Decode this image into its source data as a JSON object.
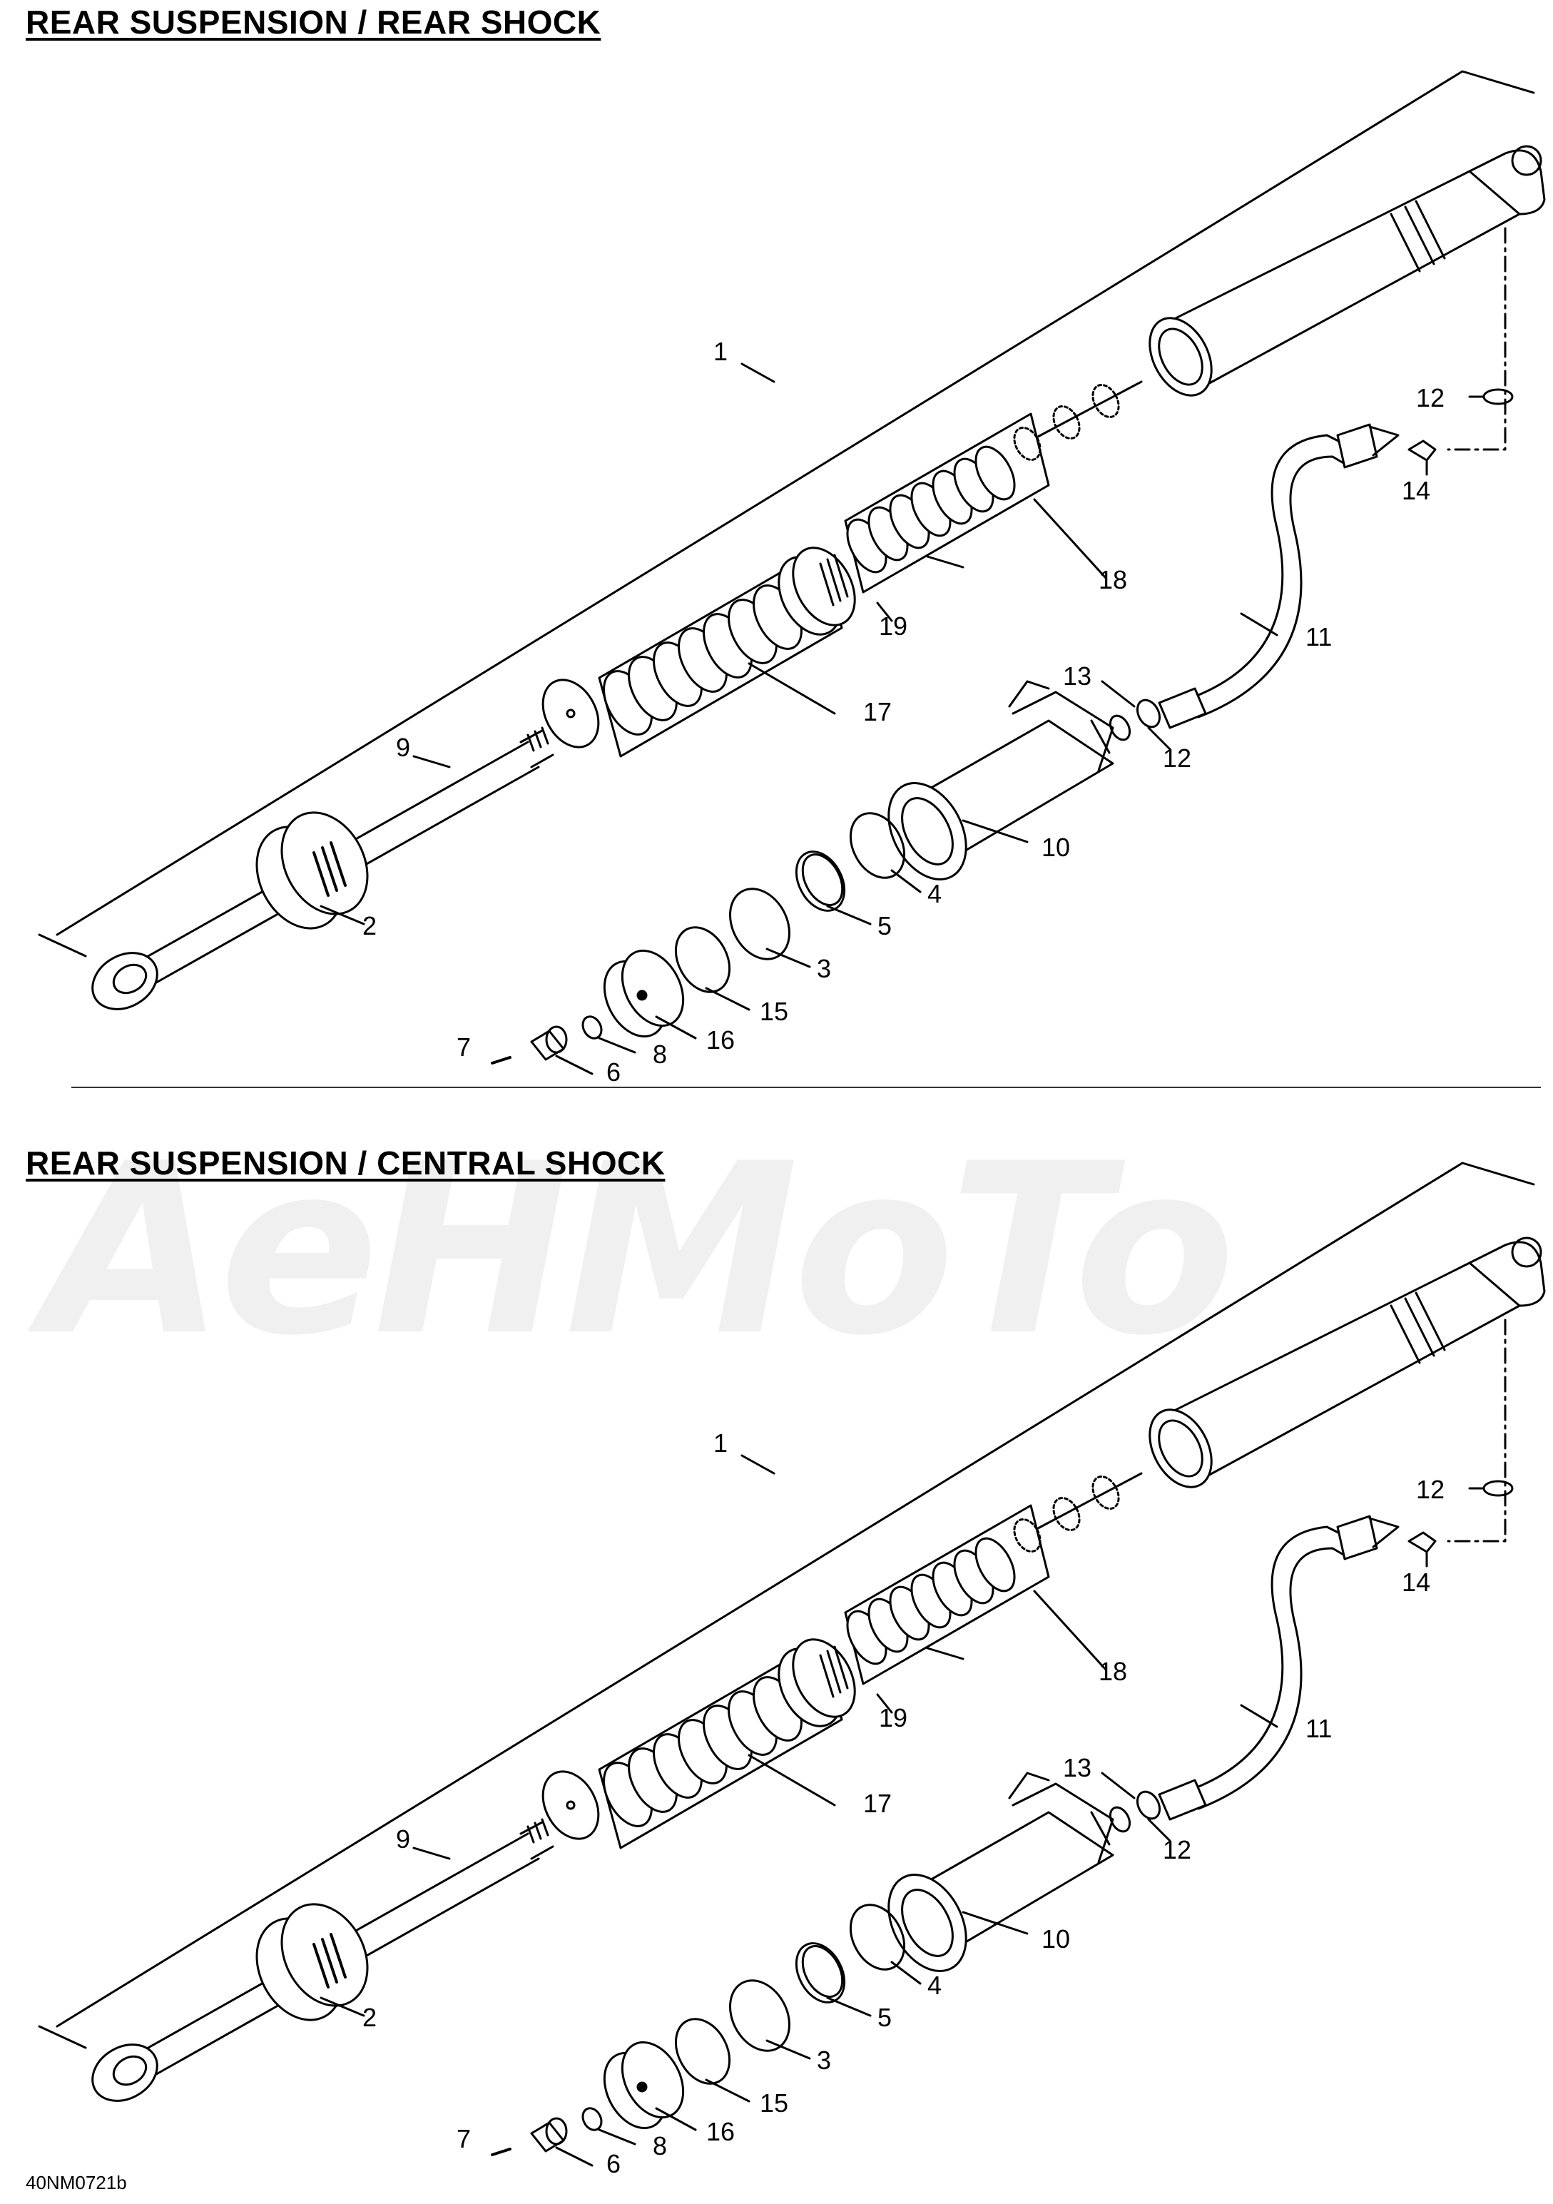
{
  "sections": [
    {
      "title": "REAR SUSPENSION / REAR SHOCK"
    },
    {
      "title": "REAR SUSPENSION / CENTRAL SHOCK"
    }
  ],
  "callouts": {
    "c1": "1",
    "c2": "2",
    "c3": "3",
    "c4": "4",
    "c5": "5",
    "c6": "6",
    "c7": "7",
    "c8": "8",
    "c9": "9",
    "c10": "10",
    "c11": "11",
    "c12a": "12",
    "c12b": "12",
    "c13": "13",
    "c14": "14",
    "c15": "15",
    "c16": "16",
    "c17": "17",
    "c18": "18",
    "c19": "19"
  },
  "watermark": "AeHMoTo",
  "drawing_code": "40NM0721b"
}
